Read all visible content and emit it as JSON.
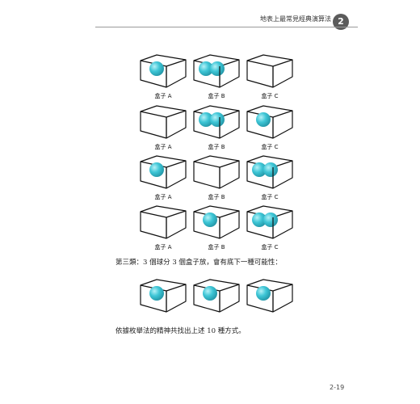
{
  "header": {
    "title": "地表上最常見經典演算法",
    "chapter": "2"
  },
  "figure_rows": [
    {
      "labels": [
        "盒子 A",
        "盒子 B",
        "盒子 C"
      ],
      "balls": [
        1,
        2,
        0
      ]
    },
    {
      "labels": [
        "盒子 A",
        "盒子 B",
        "盒子 C"
      ],
      "balls": [
        0,
        2,
        1
      ]
    },
    {
      "labels": [
        "盒子 A",
        "盒子 B",
        "盒子 C"
      ],
      "balls": [
        1,
        0,
        2
      ]
    },
    {
      "labels": [
        "盒子 A",
        "盒子 B",
        "盒子 C"
      ],
      "balls": [
        0,
        1,
        2
      ]
    }
  ],
  "section_text": "第三類：3 個球分 3 個盒子放，會有底下一種可能性：",
  "final_row": {
    "balls": [
      1,
      1,
      1
    ]
  },
  "conclusion_text": "依據枚舉法的精神共找出上述 10 種方式。",
  "page_number": "2-19",
  "colors": {
    "ball": "#3ec6d6",
    "ball_shadow": "#1f8fa0",
    "box_stroke": "#111111"
  }
}
